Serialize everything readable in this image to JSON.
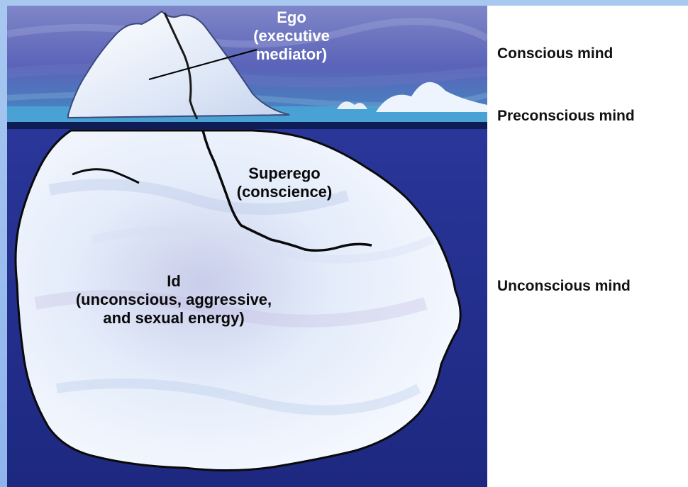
{
  "diagram": {
    "labels": {
      "ego_title": "Ego",
      "ego_sub1": "(executive",
      "ego_sub2": "mediator)",
      "superego_title": "Superego",
      "superego_sub": "(conscience)",
      "id_title": "Id",
      "id_sub1": "(unconscious, aggressive,",
      "id_sub2": "and sexual energy)"
    },
    "levels": {
      "conscious": "Conscious mind",
      "preconscious": "Preconscious mind",
      "unconscious": "Unconscious mind"
    },
    "colors": {
      "sky": "#5a63b8",
      "sea": "#24308e",
      "ice": "#e9f0fb",
      "border": "#93b6ec",
      "text_light": "#ffffff",
      "text_dark": "#111111"
    }
  }
}
